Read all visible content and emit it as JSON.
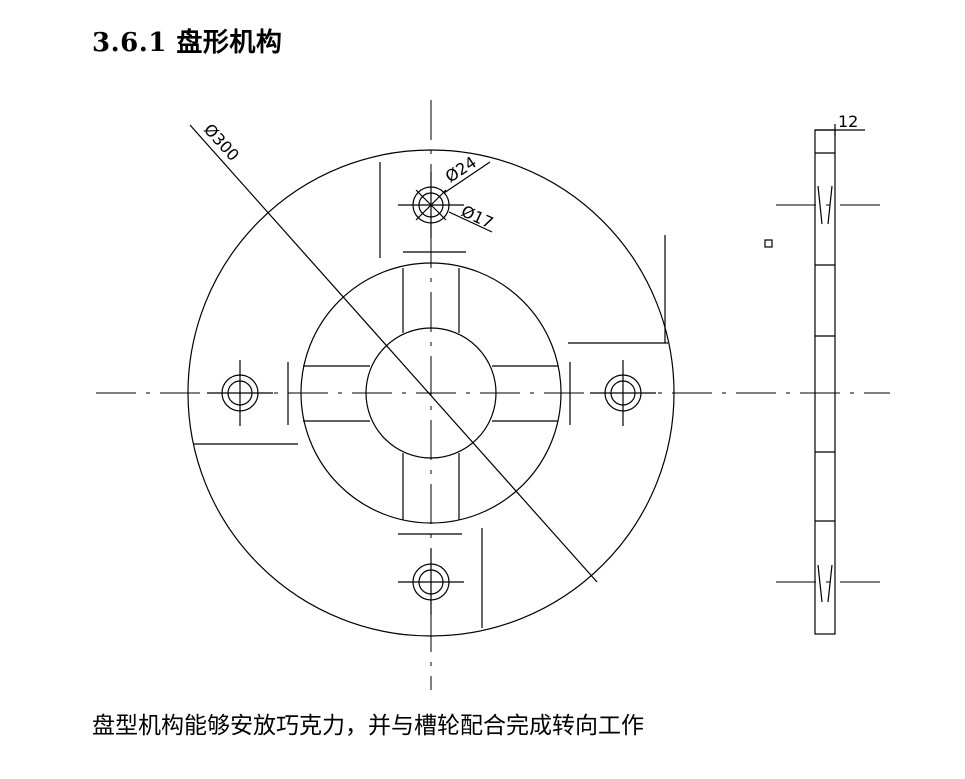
{
  "section": {
    "title": "3.6.1 盘形机构"
  },
  "figure": {
    "dimensions": {
      "outer_diameter": "Ø300",
      "hole_outer": "Ø24",
      "hole_inner": "Ø17",
      "thickness": "12"
    }
  },
  "caption": "盘型机构能够安放巧克力，并与槽轮配合完成转向工作"
}
